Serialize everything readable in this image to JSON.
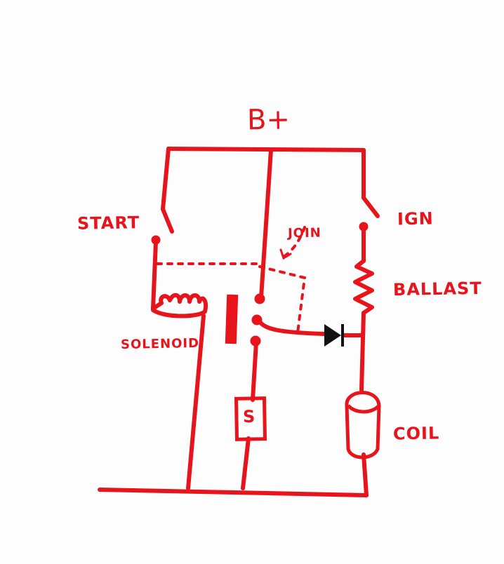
{
  "diagram": {
    "ink_color": "#e8141c",
    "accent_color": "#111111",
    "labels": {
      "supply": "B+",
      "start": "START",
      "ign": "IGN",
      "join": "JOIN",
      "ballast": "BALLAST",
      "solenoid": "SOLENOID",
      "coil": "COIL",
      "starter": "S"
    }
  }
}
